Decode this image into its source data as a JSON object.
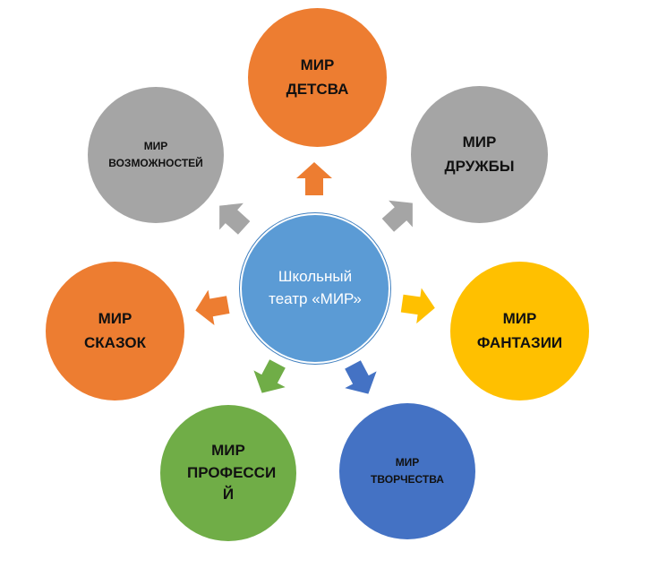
{
  "center": {
    "text": "Школьный\nтеатр «МИР»",
    "color": "#5b9bd5"
  },
  "nodes": [
    {
      "id": "detstva",
      "text": "МИР\nДЕТСВА",
      "color": "#ed7d31"
    },
    {
      "id": "druzhby",
      "text": "МИР\nДРУЖБЫ",
      "color": "#a5a5a5"
    },
    {
      "id": "fantazii",
      "text": "МИР\nФАНТАЗИИ",
      "color": "#ffc000"
    },
    {
      "id": "tvorch",
      "text": "МИР\nТВОРЧЕСТВА",
      "color": "#4472c4"
    },
    {
      "id": "profess",
      "text": "МИР\nПРОФЕССИ\nЙ",
      "color": "#70ad47"
    },
    {
      "id": "skazok",
      "text": "МИР\nСКАЗОК",
      "color": "#ed7d31"
    },
    {
      "id": "vozmozh",
      "text": "МИР\nВОЗМОЖНОСТЕЙ",
      "color": "#a5a5a5"
    }
  ]
}
